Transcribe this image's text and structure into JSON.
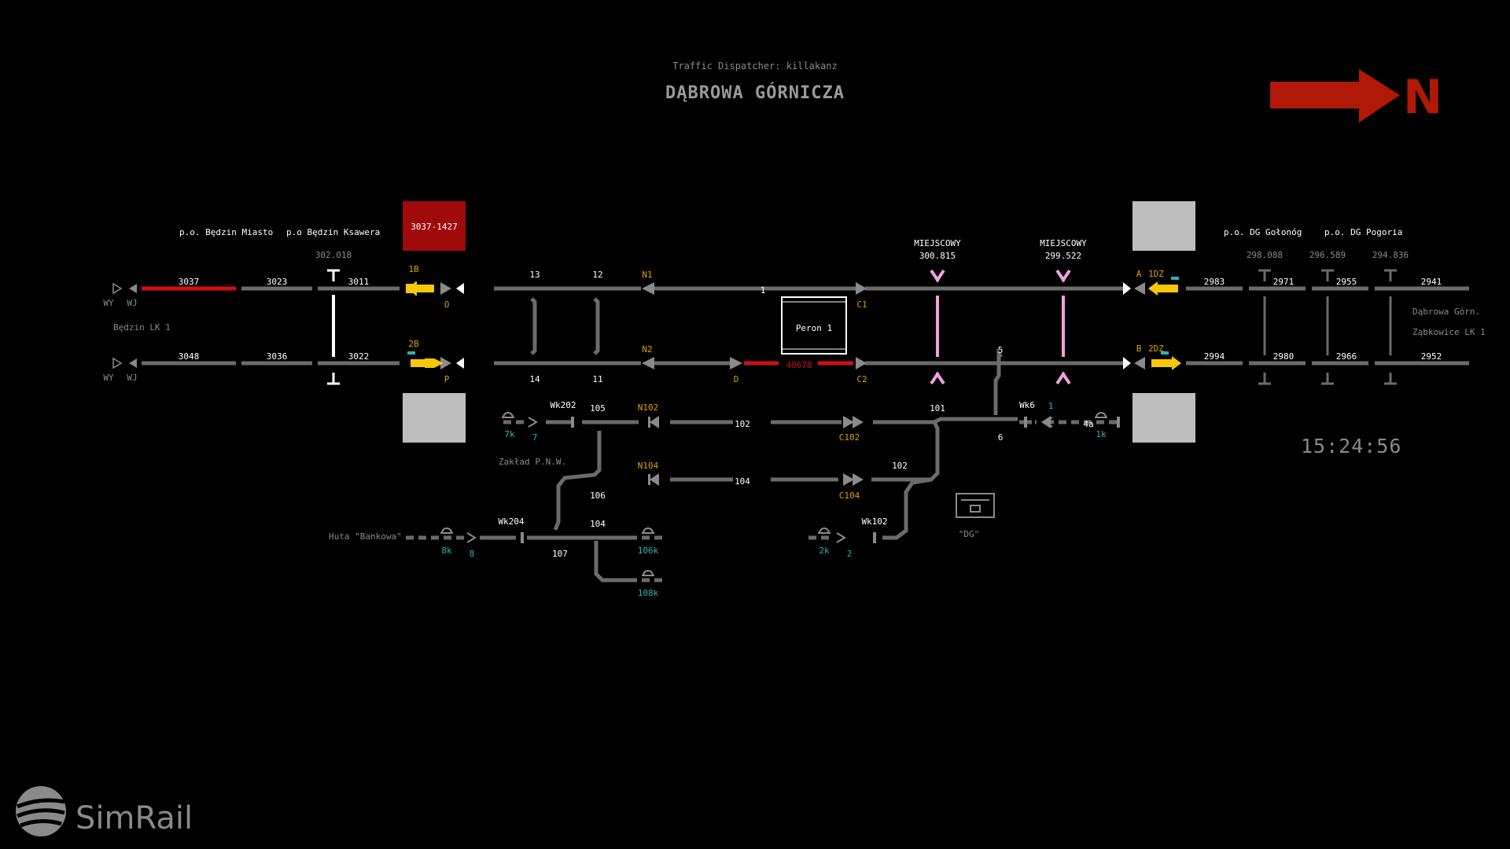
{
  "header": {
    "dispatcher": "Traffic Dispatcher: killakanz",
    "station": "DĄBROWA GÓRNICZA",
    "north_label": "N",
    "north_icon": "north-arrow-icon"
  },
  "clock": "15:24:56",
  "colors": {
    "track": "#6b6b6b",
    "occupied": "#d01010",
    "signal_yellow": "#f5c800",
    "signal_label": "#e0a000",
    "shunt_cyan": "#2ab4b4",
    "local_pink": "#f0a0e0",
    "north_red": "#b01808"
  },
  "area_labels": {
    "bedzin_miasto": "p.o. Będzin Miasto",
    "bedzin_ksawera": "p.o Będzin Ksawera",
    "dg_golonog": "p.o. DG Gołonóg",
    "dg_pogoria": "p.o. DG Pogoria",
    "bedzin_lk1": "Będzin LK 1",
    "dabrowa_gorn": "Dąbrowa Górn.",
    "zabkowice": "Ząbkowice LK 1",
    "zaklad": "Zakład P.N.W.",
    "huta": "Huta \"Bankowa\"",
    "dg_stamp": "\"DG\"",
    "peron": "Peron 1",
    "train_box": "3037-1427"
  },
  "km": {
    "k1": "302.018",
    "k2": "298.088",
    "k3": "296.589",
    "k4": "294.836",
    "m1_title": "MIEJSCOWY",
    "m1_km": "300.815",
    "m2_title": "MIEJSCOWY",
    "m2_km": "299.522"
  },
  "track_labels": {
    "t3037": "3037",
    "t3023": "3023",
    "t3011": "3011",
    "t3048": "3048",
    "t3036": "3036",
    "t3022": "3022",
    "t2983": "2983",
    "t2971": "2971",
    "t2955": "2955",
    "t2941": "2941",
    "t2994": "2994",
    "t2980": "2980",
    "t2966": "2966",
    "t2952": "2952",
    "t1": "1",
    "t5": "5",
    "t13": "13",
    "t12": "12",
    "t14": "14",
    "t11": "11",
    "t40678": "40678",
    "t101": "101",
    "t6": "6",
    "t102a": "102",
    "t102b": "102",
    "t104a": "104",
    "t104b": "104",
    "t105": "105",
    "t106": "106",
    "t107": "107",
    "wy1": "WY",
    "wj1": "WJ",
    "wy2": "WY",
    "wj2": "WJ"
  },
  "signals": {
    "s1B": "1B",
    "s2B": "2B",
    "sO": "O",
    "sP": "P",
    "sN1": "N1",
    "sN2": "N2",
    "sD": "D",
    "sC1": "C1",
    "sC2": "C2",
    "sA": "A",
    "s1DZ": "1DZ",
    "sB": "B",
    "s2DZ": "2DZ",
    "sN102": "N102",
    "sN104": "N104",
    "sC102": "C102",
    "sC104": "C104",
    "wk202": "Wk202",
    "wk204": "Wk204",
    "wk6": "Wk6",
    "wk102": "Wk102"
  },
  "shunts": {
    "k7": "7k",
    "n7": "7",
    "k8": "8k",
    "n8": "8",
    "k106": "106k",
    "k108": "108k",
    "k2": "2k",
    "n2": "2",
    "k1": "1k",
    "n1": "1",
    "a4": "4a"
  }
}
